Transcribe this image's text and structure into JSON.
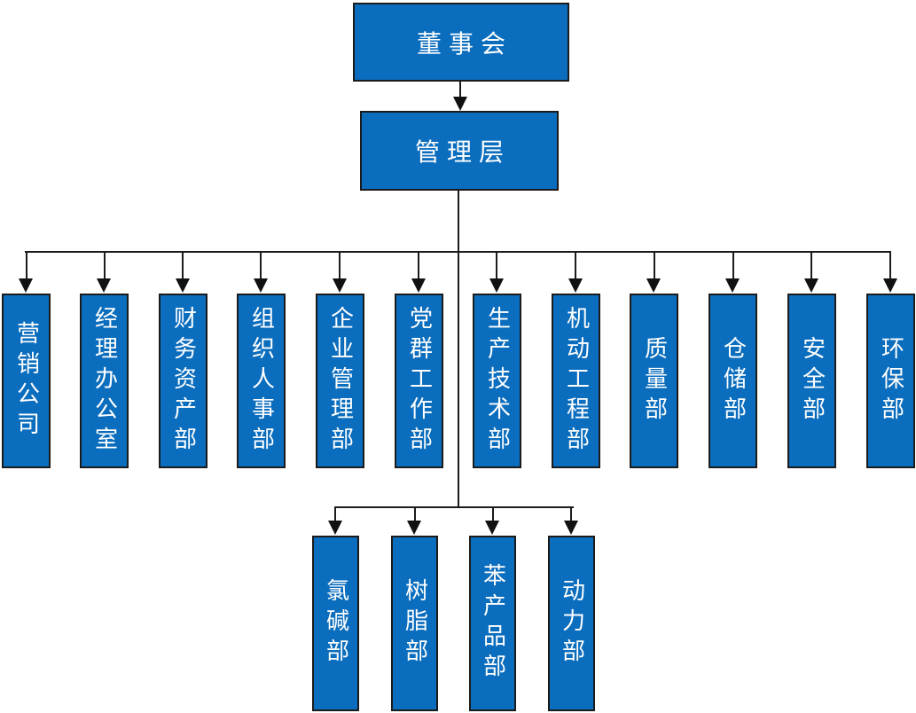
{
  "colors": {
    "node_fill": "#0B6DBD",
    "node_border": "#1B1B1B",
    "connector": "#1C1C1C",
    "node_text": "#FFFFFF",
    "background": "#FFFFFF"
  },
  "org_chart": {
    "root": {
      "label": "董事会"
    },
    "management": {
      "label": "管理层"
    },
    "departments": [
      {
        "label": "营销公司"
      },
      {
        "label": "经理办公室"
      },
      {
        "label": "财务资产部"
      },
      {
        "label": "组织人事部"
      },
      {
        "label": "企业管理部"
      },
      {
        "label": "党群工作部"
      },
      {
        "label": "生产技术部"
      },
      {
        "label": "机动工程部"
      },
      {
        "label": "质量部"
      },
      {
        "label": "仓储部"
      },
      {
        "label": "安全部"
      },
      {
        "label": "环保部"
      }
    ],
    "sub_departments": [
      {
        "label": "氯碱部"
      },
      {
        "label": "树脂部"
      },
      {
        "label": "苯产品部"
      },
      {
        "label": "动力部"
      }
    ]
  }
}
